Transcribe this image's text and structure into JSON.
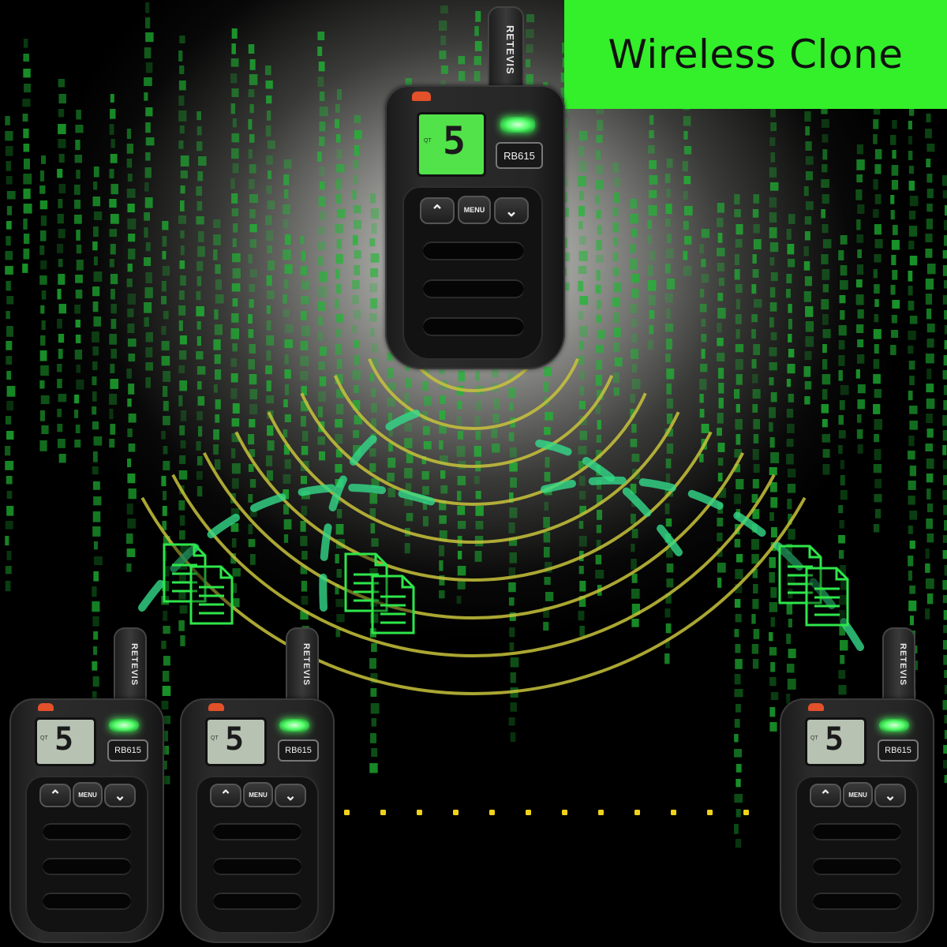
{
  "title": "Wireless Clone",
  "colors": {
    "banner": "#33f02a",
    "matrix_text": "#1fb833",
    "signal_waves": "#c8c33b",
    "data_arcs": "#33d989",
    "file_icon": "#2ee64a",
    "sync_dots": "#f0d21a"
  },
  "radios": [
    {
      "role": "master",
      "brand": "RETEVIS",
      "model": "RB615",
      "channel": "5",
      "qt": "QT",
      "buttons": {
        "up": "⌃",
        "menu": "MENU",
        "down": "⌄"
      }
    },
    {
      "role": "clone",
      "brand": "RETEVIS",
      "model": "RB615",
      "channel": "5",
      "qt": "QT",
      "buttons": {
        "up": "⌃",
        "menu": "MENU",
        "down": "⌄"
      }
    },
    {
      "role": "clone",
      "brand": "RETEVIS",
      "model": "RB615",
      "channel": "5",
      "qt": "QT",
      "buttons": {
        "up": "⌃",
        "menu": "MENU",
        "down": "⌄"
      }
    },
    {
      "role": "clone",
      "brand": "RETEVIS",
      "model": "RB615",
      "channel": "5",
      "qt": "QT",
      "buttons": {
        "up": "⌃",
        "menu": "MENU",
        "down": "⌄"
      }
    }
  ],
  "icons": [
    "document-copy-icon",
    "document-copy-icon",
    "document-copy-icon"
  ]
}
